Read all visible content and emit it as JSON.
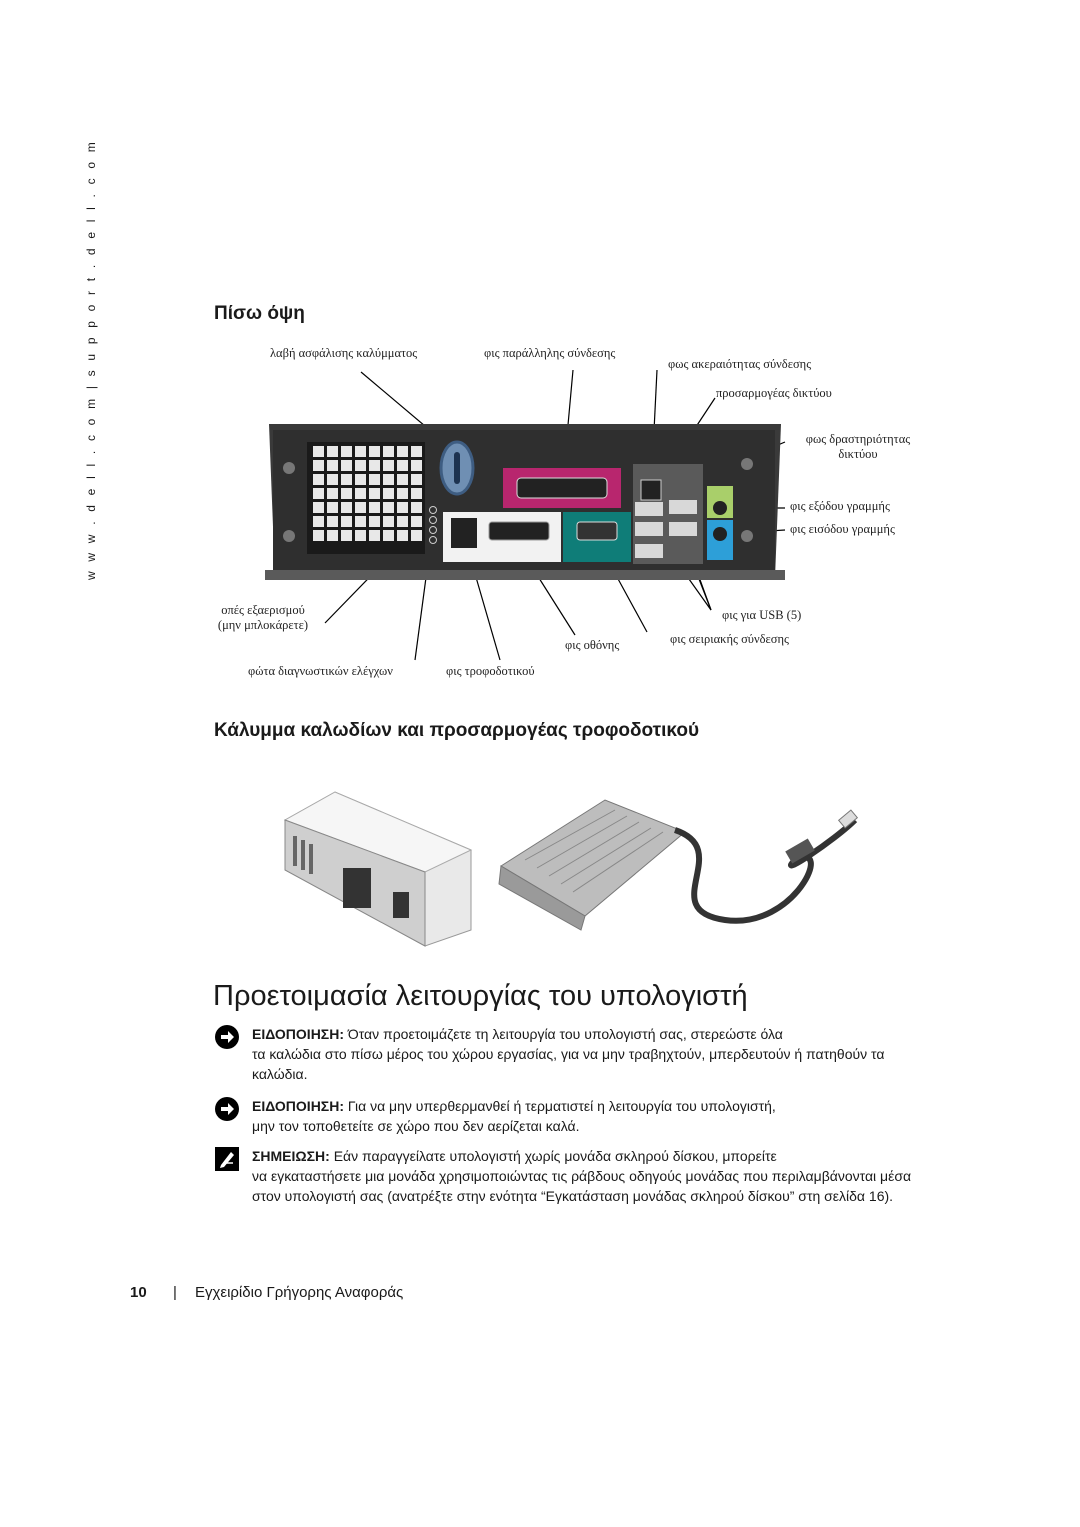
{
  "sidebar": {
    "url": "w w w . d e l l . c o m   |   s u p p o r t . d e l l . c o m"
  },
  "back_view": {
    "heading": "Πίσω όψη",
    "labels": {
      "cover_latch": "λαβή ασφάλισης καλύμματος",
      "parallel": "φις παράλληλης σύνδεσης",
      "link_integrity": "φως ακεραιότητας σύνδεσης",
      "network_adapter": "προσαρμογέας δικτύου",
      "activity_1": "φως δραστηριότητας",
      "activity_2": "δικτύου",
      "line_out": "φις εξόδου γραμμής",
      "line_in": "φις εισόδου γραμμής",
      "usb": "φις για USB (5)",
      "serial": "φις σειριακής σύνδεσης",
      "monitor": "φις οθόνης",
      "vents_1": "οπές εξαερισμού",
      "vents_2": "(μην μπλοκάρετε)",
      "diagnostic": "φώτα διαγνωστικών ελέγχων",
      "power": "φις τροφοδοτικού"
    }
  },
  "cable_cover": {
    "heading": "Κάλυμμα καλωδίων και προσαρμογέας τροφοδοτικού"
  },
  "setup": {
    "heading": "Προετοιμασία λειτουργίας του υπολογιστή",
    "notices": [
      {
        "type": "notice-icon",
        "lead": "ΕΙΔΟΠΟΙΗΣΗ:",
        "first": "Όταν προετοιμάζετε τη λειτουργία του υπολογιστή σας, στερεώστε όλα",
        "rest": "τα καλώδια στο πίσω μέρος του χώρου εργασίας, για να μην τραβηχτούν, μπερδευτούν ή πατηθούν τα καλώδια."
      },
      {
        "type": "notice-icon",
        "lead": "ΕΙΔΟΠΟΙΗΣΗ:",
        "first": "Για να μην υπερθερμανθεί ή τερματιστεί η λειτουργία του υπολογιστή,",
        "rest": "μην τον τοποθετείτε σε χώρο που δεν αερίζεται καλά."
      },
      {
        "type": "note-icon",
        "lead": "ΣΗΜΕΙΩΣΗ:",
        "first": "Εάν παραγγείλατε υπολογιστή χωρίς μονάδα σκληρού δίσκου, μπορείτε",
        "rest": "να εγκαταστήσετε μια μονάδα χρησιμοποιώντας τις ράβδους οδηγούς μονάδας που περιλαμβάνονται μέσα στον υπολογιστή σας (ανατρέξτε στην ενότητα “Εγκατάσταση μονάδας σκληρού δίσκου” στη σελίδα 16)."
      }
    ]
  },
  "footer": {
    "page_number": "10",
    "separator": "|",
    "title": "Εγχειρίδιο Γρήγορης Αναφοράς"
  }
}
